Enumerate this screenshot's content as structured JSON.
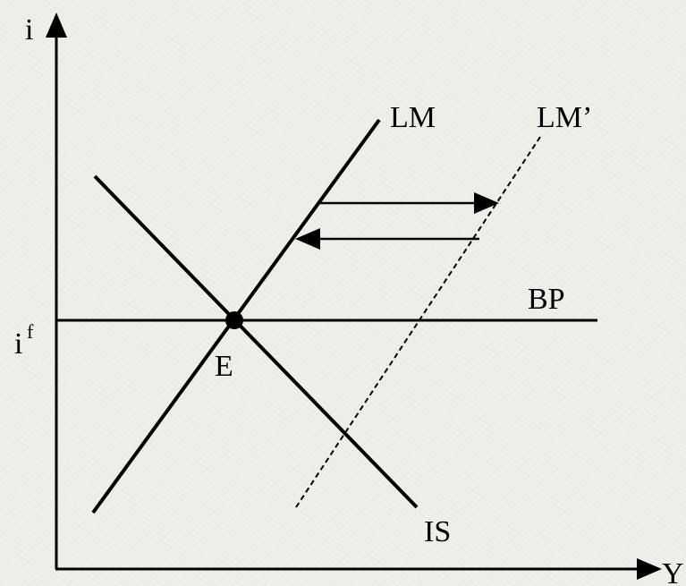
{
  "diagram": {
    "axes": {
      "y_label": "i",
      "x_label": "Y",
      "i_foreign_base": "i",
      "i_foreign_sup": "f"
    },
    "curves": {
      "lm": "LM",
      "lm_prime": "LM’",
      "bp": "BP",
      "is": "IS"
    },
    "equilibrium_label": "E",
    "colors": {
      "ink": "#000000",
      "background": "#efede8"
    }
  }
}
